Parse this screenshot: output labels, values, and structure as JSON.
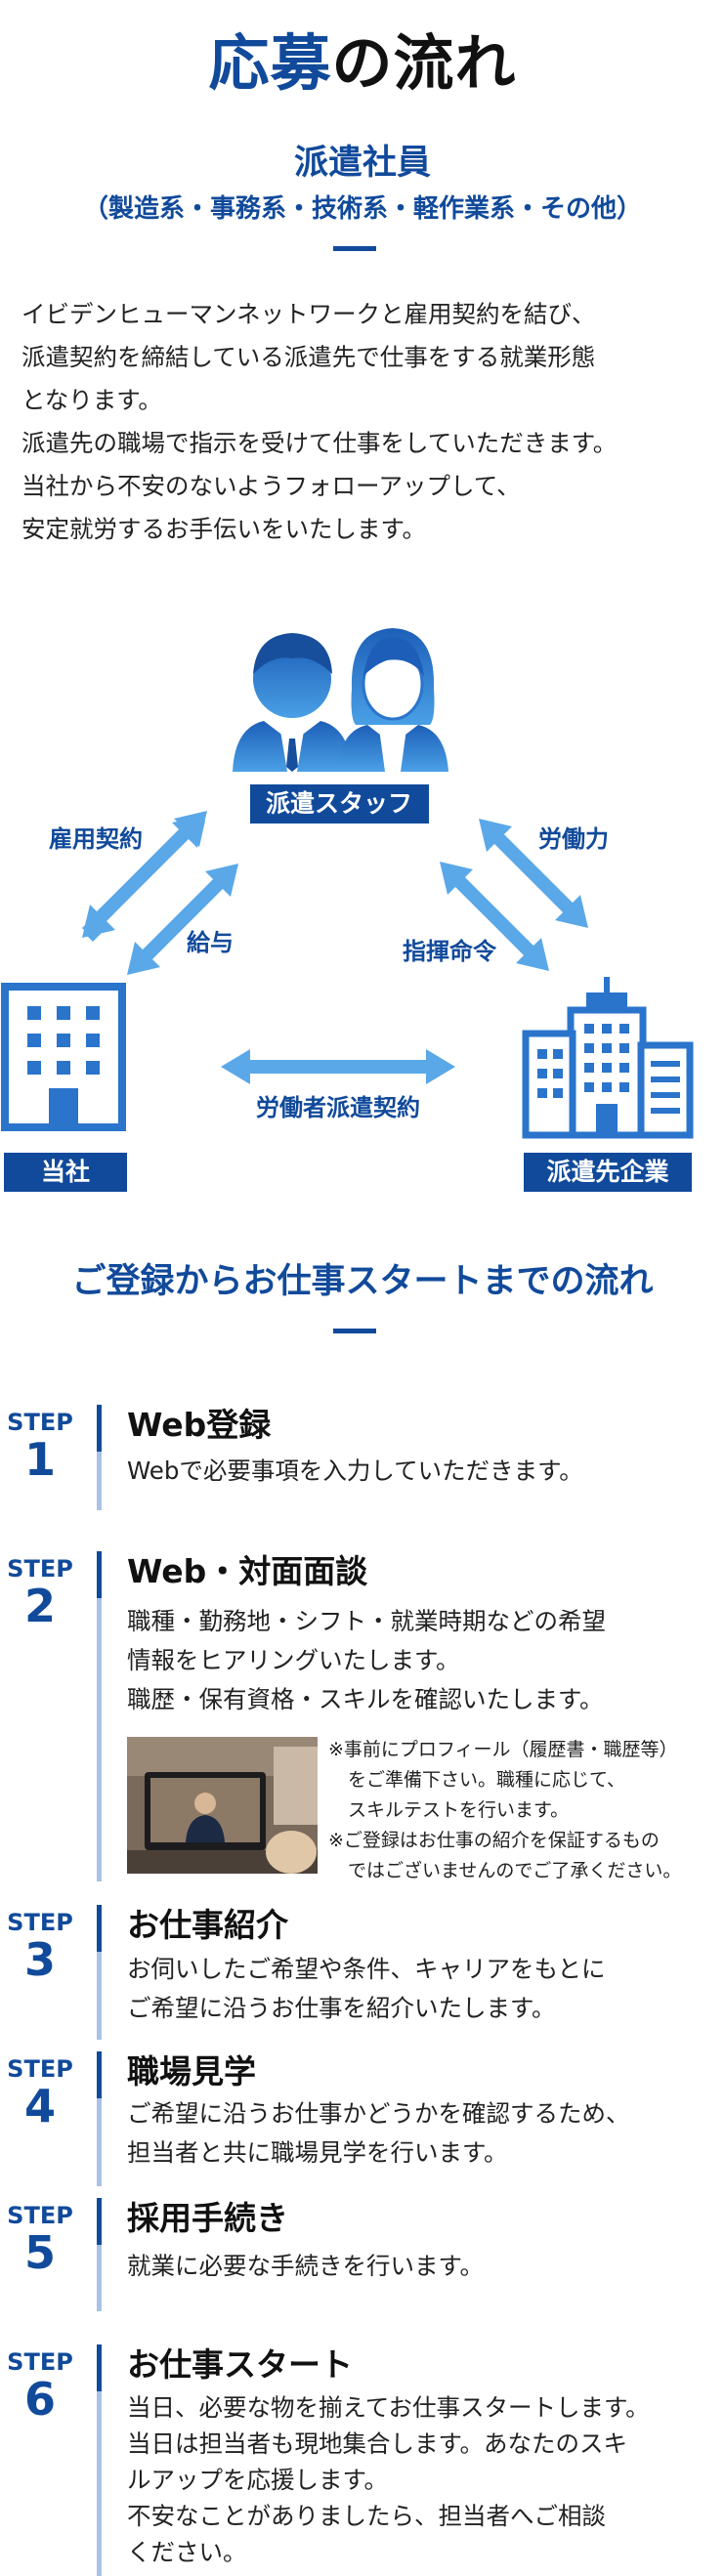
{
  "header": {
    "title_accent": "応募",
    "title_rest": "の流れ"
  },
  "employment": {
    "type": "派遣社員",
    "categories": "（製造系・事務系・技術系・軽作業系・その他）"
  },
  "intro": {
    "lines": [
      "イビデンヒューマンネットワークと雇用契約を結び、",
      "派遣契約を締結している派遣先で仕事をする就業形態",
      "となります。",
      "派遣先の職場で指示を受けて仕事をしていただきます。",
      "当社から不安のないようフォローアップして、",
      "安定就労するお手伝いをいたします。"
    ]
  },
  "diagram": {
    "staff_label": "派遣スタッフ",
    "company_label": "当社",
    "client_label": "派遣先企業",
    "employment_contract": "雇用契約",
    "salary": "給与",
    "labor": "労働力",
    "instructions": "指揮命令",
    "dispatch_contract": "労働者派遣契約",
    "colors": {
      "primary": "#114a9b",
      "icon_blue": "#2f7fd6",
      "arrow_blue": "#5aa8e8"
    }
  },
  "flow": {
    "title": "ご登録からお仕事スタートまでの流れ",
    "step_word": "STEP",
    "steps": [
      {
        "num": "1",
        "title": "Web登録",
        "desc": [
          "Webで必要事項を入力していただきます。"
        ]
      },
      {
        "num": "2",
        "title": "Web・対面面談",
        "desc": [
          "職種・勤務地・シフト・就業時期などの希望",
          "情報をヒアリングいたします。",
          "職歴・保有資格・スキルを確認いたします。"
        ]
      },
      {
        "num": "3",
        "title": "お仕事紹介",
        "desc": [
          "お伺いしたご希望や条件、キャリアをもとに",
          "ご希望に沿うお仕事を紹介いたします。"
        ]
      },
      {
        "num": "4",
        "title": "職場見学",
        "desc": [
          "ご希望に沿うお仕事かどうかを確認するため、",
          "担当者と共に職場見学を行います。"
        ]
      },
      {
        "num": "5",
        "title": "採用手続き",
        "desc": [
          "就業に必要な手続きを行います。"
        ]
      },
      {
        "num": "6",
        "title": "お仕事スタート",
        "desc": [
          "当日、必要な物を揃えてお仕事スタートします。",
          "当日は担当者も現地集合します。あなたのスキ",
          "ルアップを応援します。",
          "不安なことがありましたら、担当者へご相談",
          "ください。"
        ]
      }
    ],
    "notes": [
      "※事前にプロフィール（履歴書・職歴等）",
      "をご準備下さい。職種に応じて、",
      "スキルテストを行います。",
      "※ご登録はお仕事の紹介を保証するもの",
      "ではございませんのでご了承ください。"
    ]
  }
}
